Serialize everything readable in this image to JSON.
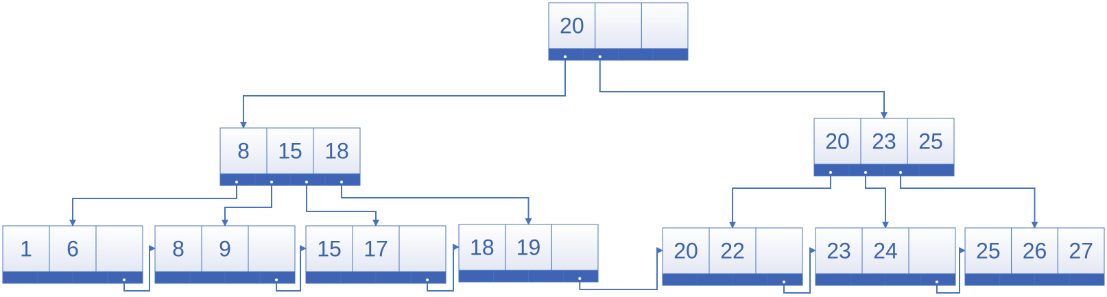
{
  "colors": {
    "stroke": "#4472c4",
    "bar": "#3e64b3",
    "text": "#3a63ad",
    "cellTop": "#ffffff",
    "cellBottom": "#e4e8f3"
  },
  "nodes": [
    {
      "id": "root",
      "keys": [
        "20",
        "",
        ""
      ]
    },
    {
      "id": "internal-left",
      "keys": [
        "8",
        "15",
        "18"
      ]
    },
    {
      "id": "internal-right",
      "keys": [
        "20",
        "23",
        "25"
      ]
    },
    {
      "id": "leaf-1",
      "keys": [
        "1",
        "6",
        ""
      ]
    },
    {
      "id": "leaf-2",
      "keys": [
        "8",
        "9",
        ""
      ]
    },
    {
      "id": "leaf-3",
      "keys": [
        "15",
        "17",
        ""
      ]
    },
    {
      "id": "leaf-4",
      "keys": [
        "18",
        "19",
        ""
      ]
    },
    {
      "id": "leaf-5",
      "keys": [
        "20",
        "22",
        ""
      ]
    },
    {
      "id": "leaf-6",
      "keys": [
        "23",
        "24",
        ""
      ]
    },
    {
      "id": "leaf-7",
      "keys": [
        "25",
        "26",
        "27"
      ]
    }
  ]
}
